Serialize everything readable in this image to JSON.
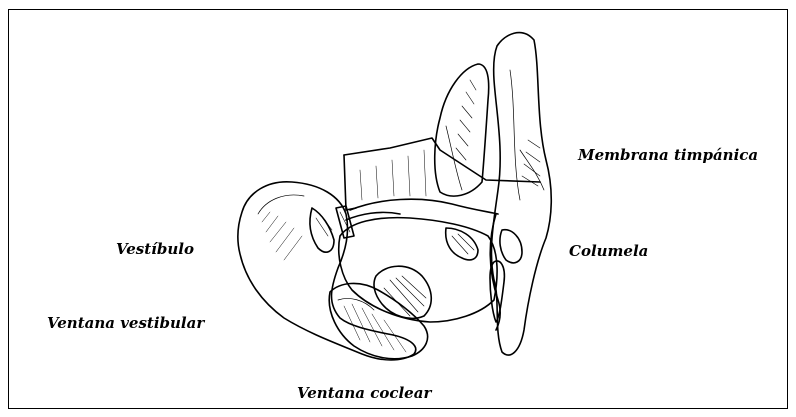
{
  "figure": {
    "labels": {
      "membrana": "Membrana timpánica",
      "columela": "Columela",
      "vestibulo": "Vestíbulo",
      "ventana_vestibular": "Ventana vestibular",
      "ventana_coclear": "Ventana coclear"
    },
    "colors": {
      "ink": "#000000",
      "paper": "#ffffff"
    }
  }
}
